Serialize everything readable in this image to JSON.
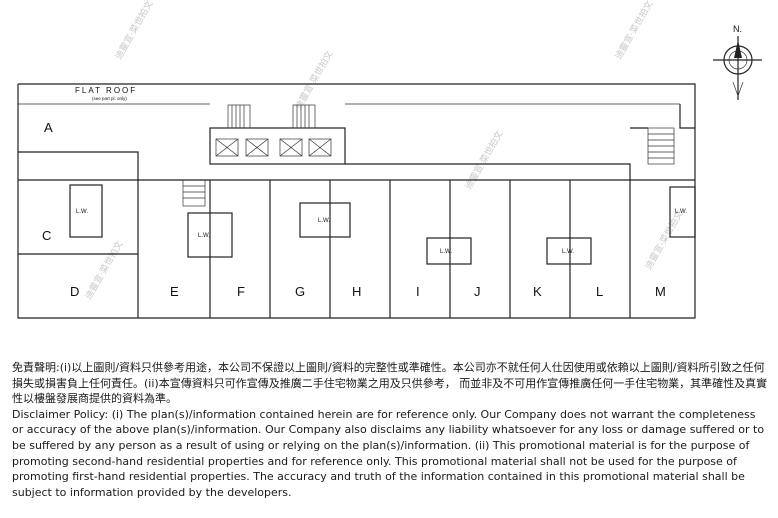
{
  "plan": {
    "roof_label": "FLAT ROOF",
    "roof_sublabel": "(see part pl. only)",
    "north_label": "N.",
    "lw_label": "L.W.",
    "units": [
      "A",
      "C",
      "D",
      "E",
      "F",
      "G",
      "H",
      "I",
      "J",
      "K",
      "L",
      "M"
    ],
    "watermark": "迪靈宣·菜世拍文"
  },
  "disclaimer": {
    "chinese": "免責聲明:(i)以上圖則/資料只供參考用途，本公司不保證以上圖則/資料的完整性或準確性。本公司亦不就任何人仕因使用或依賴以上圖則/資料所引致之任何損失或損害負上任何責任。(ii)本宣傳資料只可作宣傳及推廣二手住宅物業之用及只供參考， 而並非及不可用作宣傳推廣任何一手住宅物業，其準確性及真實性以樓盤發展商提供的資料為準。",
    "english": "Disclaimer Policy: (i) The plan(s)/information contained herein are for reference only. Our Company does not warrant the completeness or accuracy of the above plan(s)/information. Our Company also disclaims any liability whatsoever for any loss or damage suffered or to be suffered by any person as a result of using or relying on the plan(s)/information. (ii) This promotional material is for the purpose of promoting second-hand residential properties and for reference only. This promotional material shall not be used for the purpose of promoting first-hand residential properties. The accuracy and truth of the information contained in this promotional material shall be subject to information provided by the developers."
  }
}
